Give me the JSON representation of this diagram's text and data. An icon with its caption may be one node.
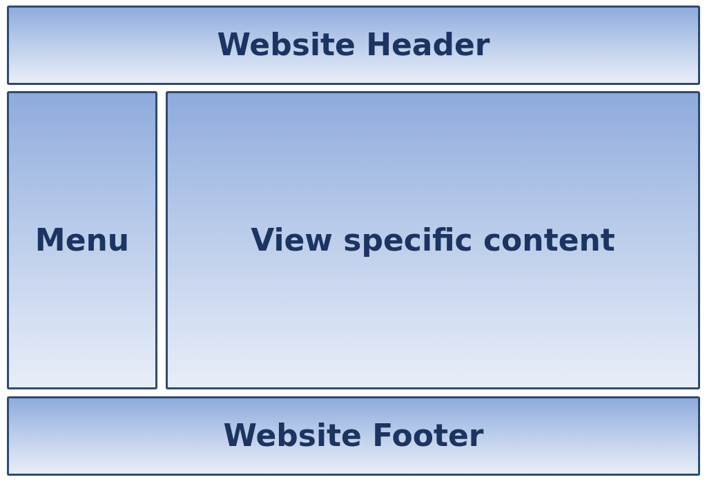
{
  "diagram": {
    "nodes": [
      {
        "text": [
          "Website Header"
        ]
      },
      {
        "text": [
          "Menu"
        ]
      },
      {
        "text": [
          "View specific content"
        ]
      },
      {
        "text": [
          "Website Footer"
        ]
      }
    ]
  }
}
